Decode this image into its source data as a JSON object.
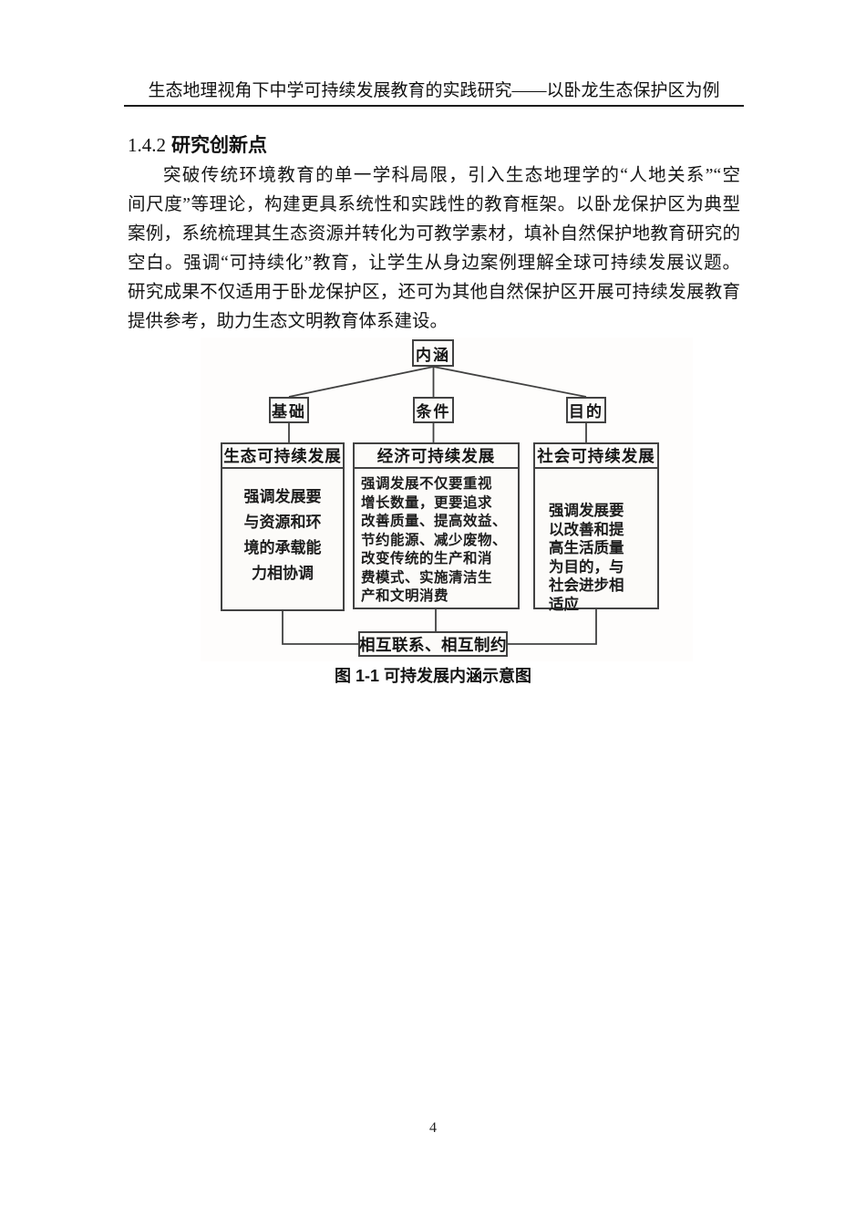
{
  "header": {
    "title": "生态地理视角下中学可持续发展教育的实践研究——以卧龙生态保护区为例"
  },
  "content": {
    "section_number": "1.4.2",
    "section_title": "研究创新点",
    "paragraph_lines": [
      "突破传统环境教育的单一学科局限，引入生态地理学的“人地关系”“空",
      "间尺度”等理论，构建更具系统性和实践性的教育框架。以卧龙保护区为典型",
      "案例，系统梳理其生态资源并转化为可教学素材，填补自然保护地教育研究的",
      "空白。强调“可持续化”教育，让学生从身边案例理解全球可持续发展议题。",
      "研究成果不仅适用于卧龙保护区，还可为其他自然保护区开展可持续发展教育",
      "提供参考，助力生态文明教育体系建设。"
    ]
  },
  "figure": {
    "caption": "图 1-1 可持发展内涵示意图",
    "diagram": {
      "root": "内涵",
      "branches": [
        "基础",
        "条件",
        "目的"
      ],
      "columns": [
        {
          "header": "生态可持续发展",
          "body": "强调发展要\n与资源和环\n境的承载能\n力相协调"
        },
        {
          "header": "经济可持续发展",
          "body": "强调发展不仅要重视\n增长数量，更要追求\n改善质量、提高效益、\n节约能源、减少废物、\n改变传统的生产和消\n费模式、实施清洁生\n产和文明消费"
        },
        {
          "header": "社会可持续发展",
          "body": "强调发展要\n以改善和提\n高生活质量\n为目的，与\n社会进步相\n适应"
        }
      ],
      "footer": "相互联系、相互制约"
    }
  },
  "footer": {
    "page_number": "4"
  }
}
